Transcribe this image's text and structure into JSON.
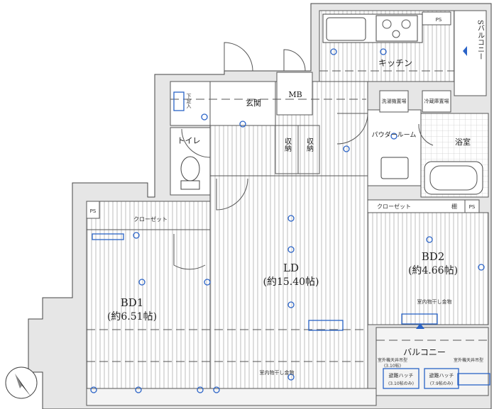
{
  "rooms": {
    "ld_name": "LD",
    "ld_size": "(約15.40帖)",
    "bd1_name": "BD1",
    "bd1_size": "(約6.51帖)",
    "bd2_name": "BD2",
    "bd2_size": "(約4.66帖)",
    "kitchen": "キッチン",
    "entrance": "玄関",
    "mb": "MB",
    "toilet": "トイレ",
    "storage_1": "収納",
    "storage_2": "収納",
    "powder_room": "パウダールーム",
    "bath": "浴室",
    "closet_bd1": "クローゼット",
    "closet_bd2": "クローゼット",
    "balcony": "バルコニー",
    "s_balcony": "Sバルコニー",
    "shoe_box": "下足入",
    "washer": "洗濯機置場",
    "fridge": "冷蔵庫置場",
    "shelf": "棚",
    "ps_1": "PS",
    "ps_2": "PS",
    "ps_3": "PS"
  },
  "notes": {
    "indoor_dry_bd2": "室内物干し金物",
    "indoor_dry_bd1": "室内物干し金物",
    "ac_outdoor": "室外機天井吊型",
    "ac_outdoor_sub": "(3.10帖)",
    "ac_ceiling": "室外機天井吊型",
    "evac_hatch_1": "避難ハッチ",
    "evac_hatch_1_sub": "(3.10帖のみ)",
    "evac_hatch_2": "避難ハッチ",
    "evac_hatch_2_sub": "(7.9帖のみ)"
  },
  "colors": {
    "floor_hatch": "#c8c8c8",
    "wall": "#e6e6e6",
    "symbol_blue": "#2a63c7"
  },
  "icons": {
    "compass": "north-arrow-icon",
    "outlet": "outlet-icon",
    "light": "ceiling-light-icon"
  }
}
